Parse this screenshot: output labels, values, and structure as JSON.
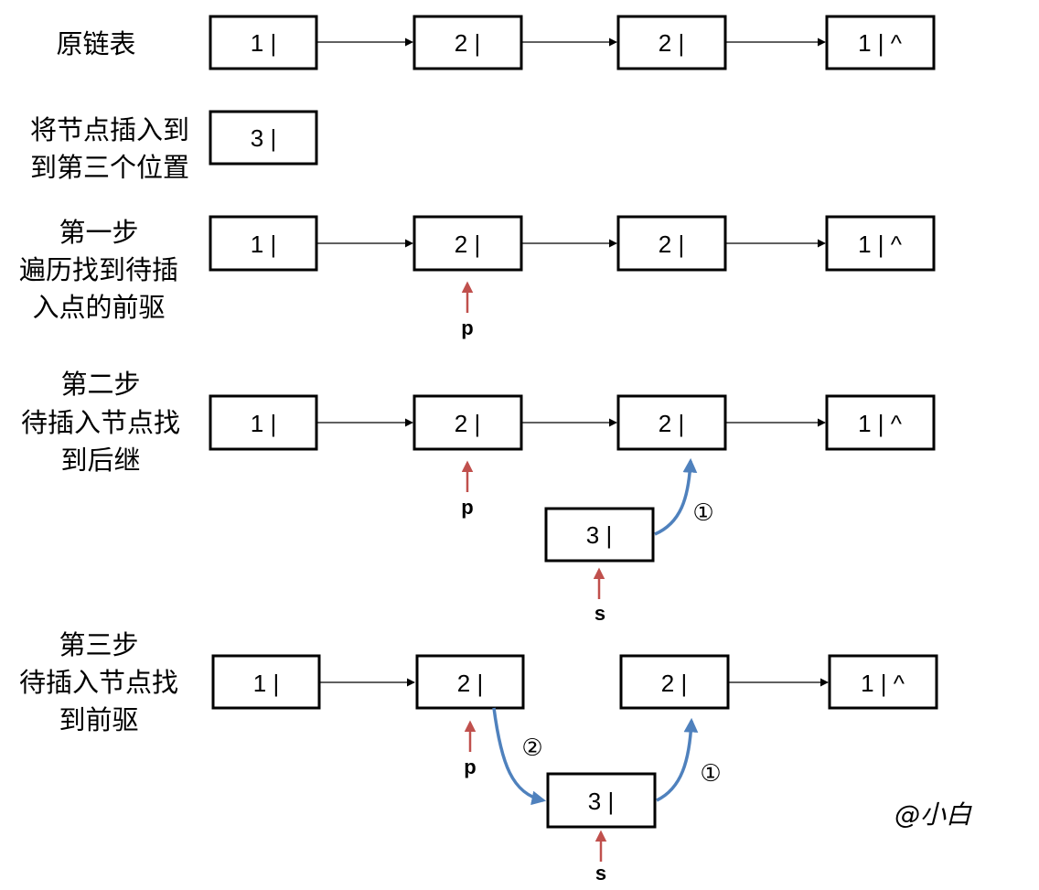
{
  "colors": {
    "box_border": "#000000",
    "pointer_arrow": "#c0504d",
    "curve_arrow": "#4f81bd",
    "background": "#ffffff"
  },
  "labels": {
    "original": [
      "原链表"
    ],
    "insert": [
      "将节点插入到",
      "到第三个位置"
    ],
    "step1": [
      "第一步",
      "遍历找到待插",
      "入点的前驱"
    ],
    "step2": [
      "第二步",
      "待插入节点找",
      "到后继"
    ],
    "step3": [
      "第三步",
      "待插入节点找",
      "到前驱"
    ]
  },
  "rows": {
    "original": [
      "1 |",
      "2 |",
      "2 |",
      "1 | ^"
    ],
    "insert": [
      "3 |"
    ],
    "step1": [
      "1 |",
      "2 |",
      "2 |",
      "1 | ^"
    ],
    "step2": [
      "1 |",
      "2 |",
      "2 |",
      "1 | ^"
    ],
    "step3": [
      "1 |",
      "2 |",
      "2 |",
      "1 | ^"
    ]
  },
  "new_node": {
    "step2": "3 |",
    "step3": "3 |"
  },
  "pointers": {
    "p": "p",
    "s": "s"
  },
  "steps_markers": {
    "one": "①",
    "two": "②"
  },
  "watermark": "@小白"
}
